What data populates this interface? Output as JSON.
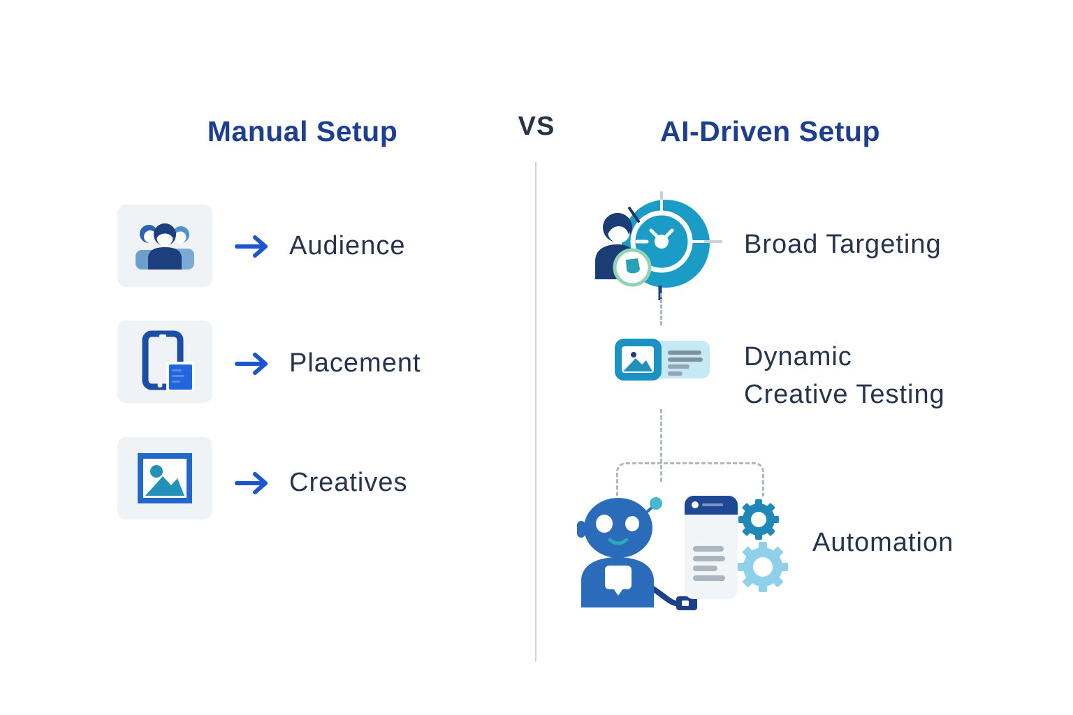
{
  "palette": {
    "title_blue": "#1e3f8f",
    "vs_navy": "#2a3442",
    "label_navy": "#26334d",
    "arrow_blue": "#1b56d0",
    "card_bg": "#f0f3f6",
    "divider_gray": "#ccd2da",
    "dashed_gray": "#adb8c2",
    "target_teal": "#1b9cc6",
    "robot_blue": "#2b6cba",
    "gear_dark": "#2187b8",
    "gear_light": "#8fd0ea",
    "badge_green": "#8fd4b4",
    "bright_blue_card": "#2266dd",
    "tablet_navy": "#1d4ea6",
    "frame_blue": "#2268c8",
    "creative_teal": "#2191b8",
    "person_navy": "#1e3f7d"
  },
  "header": {
    "left_title": "Manual Setup",
    "vs_label": "VS",
    "right_title": "AI-Driven Setup"
  },
  "manual_column": {
    "items": [
      {
        "label": "Audience",
        "icon": "audience-icon"
      },
      {
        "label": "Placement",
        "icon": "device-tablet-icon"
      },
      {
        "label": "Creatives",
        "icon": "image-icon"
      }
    ]
  },
  "ai_column": {
    "items": [
      {
        "label": "Broad Targeting",
        "icon": "target-audience-icon"
      },
      {
        "label": "Dynamic Creative Testing",
        "line1": "Dynamic",
        "line2": "Creative Testing",
        "icon": "creative-card-icon"
      },
      {
        "label": "Automation",
        "icon": "robot-automation-icon"
      }
    ]
  }
}
